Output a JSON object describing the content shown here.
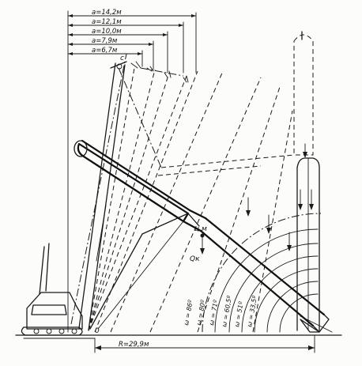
{
  "dimensions": {
    "outreach": [
      "a=14,2м",
      "a=12,1м",
      "a=10,0м",
      "a=7,9м",
      "a=6,7м"
    ],
    "radius": "R=29,9м"
  },
  "angles": [
    "ω = 86º",
    "ω = 80º",
    "ω = 71º",
    "ω = 60,5º",
    "ω = 51º",
    "ω = 33,5º"
  ],
  "labels": {
    "center_of_mass": "ц.м",
    "load": "Qк",
    "tip": "c",
    "base_point": "0"
  }
}
